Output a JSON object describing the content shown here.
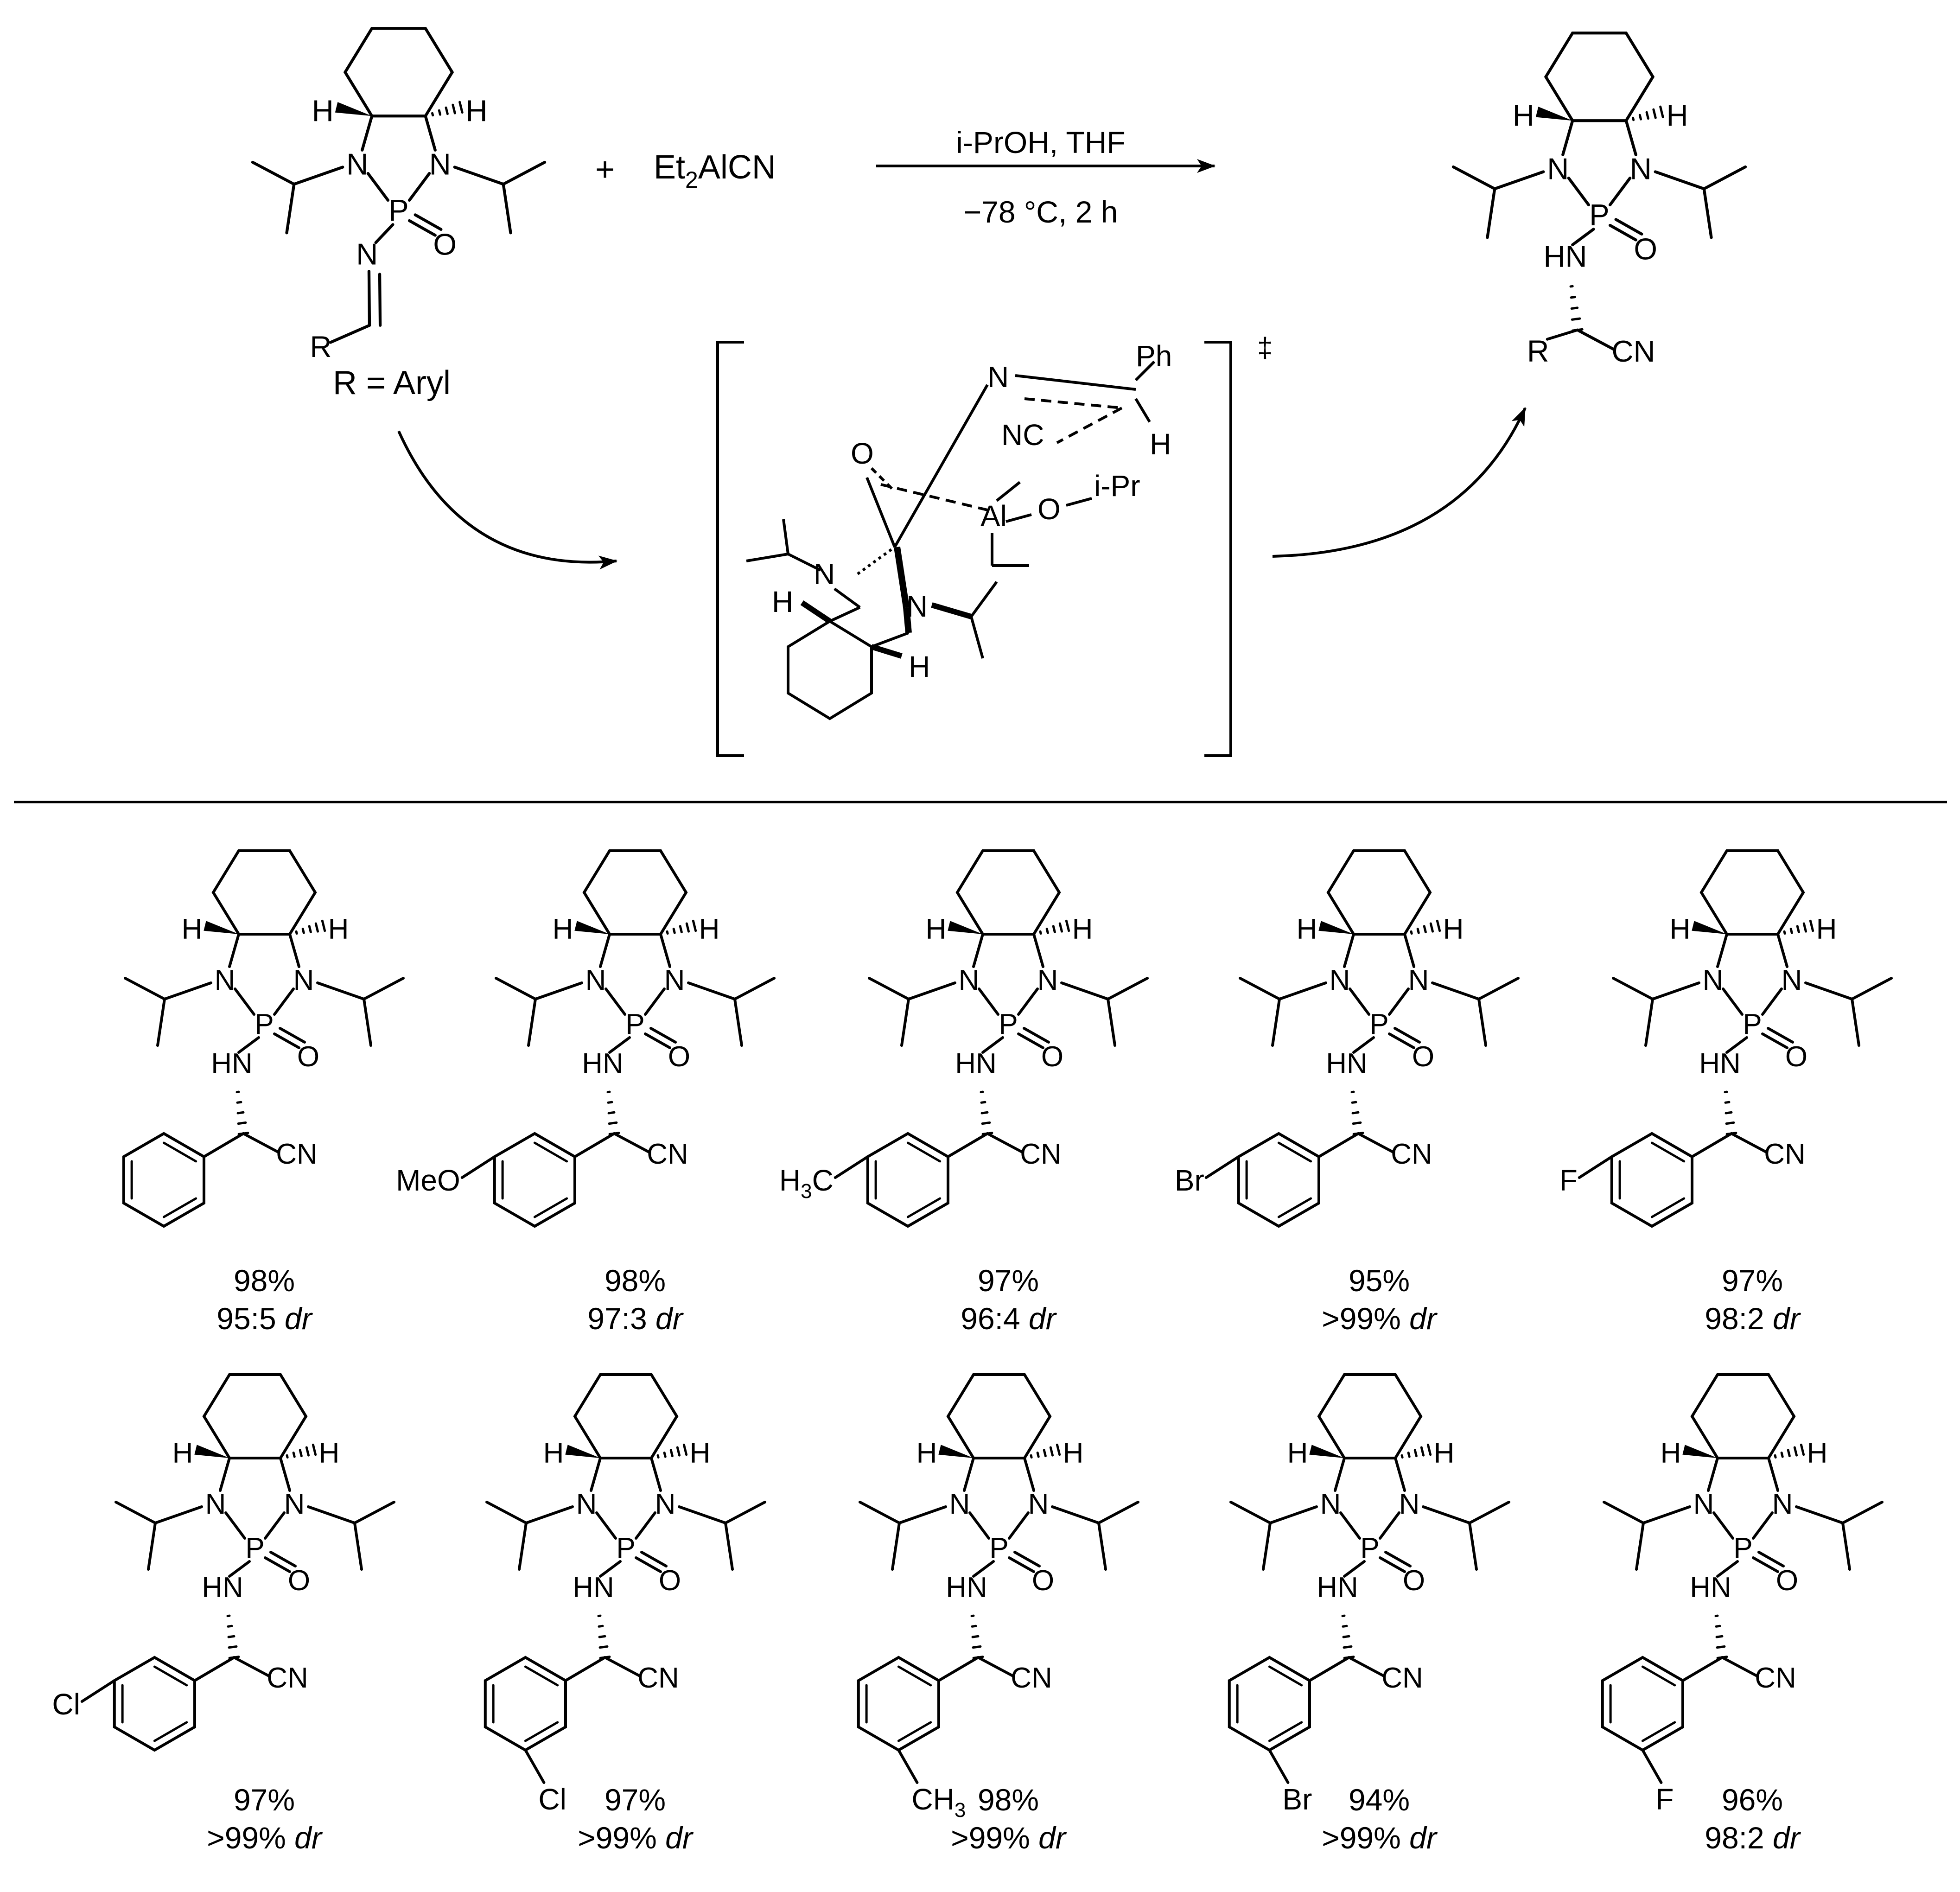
{
  "scheme": {
    "substituent_label": "R = Aryl",
    "reagent_plus": "+",
    "reagent_main": "Et",
    "reagent_sub": "2",
    "reagent_tail": "AlCN",
    "conditions_top": "i-PrOH, THF",
    "conditions_bottom": "−78 °C, 2 h",
    "transition_state_mark": "‡",
    "ts_labels": {
      "ph": "Ph",
      "n": "N",
      "nc": "NC",
      "h": "H",
      "o": "O",
      "al": "Al",
      "o2": "O",
      "ipr": "i-Pr"
    }
  },
  "atoms": {
    "H": "H",
    "N": "N",
    "P": "P",
    "O": "O",
    "HN": "HN",
    "CN": "CN",
    "R": "R"
  },
  "products": [
    {
      "substituent": "",
      "substituent_sub": "",
      "position": "none",
      "yield": "98%",
      "dr_ratio": "95:5",
      "dr_unit": "dr"
    },
    {
      "substituent": "MeO",
      "substituent_sub": "",
      "position": "para",
      "yield": "98%",
      "dr_ratio": "97:3",
      "dr_unit": "dr"
    },
    {
      "substituent": "H",
      "substituent_sub": "3",
      "substituent_tail": "C",
      "position": "para",
      "yield": "97%",
      "dr_ratio": "96:4",
      "dr_unit": "dr"
    },
    {
      "substituent": "Br",
      "substituent_sub": "",
      "position": "para",
      "yield": "95%",
      "dr_ratio": ">99%",
      "dr_unit": "dr"
    },
    {
      "substituent": "F",
      "substituent_sub": "",
      "position": "para",
      "yield": "97%",
      "dr_ratio": "98:2",
      "dr_unit": "dr"
    },
    {
      "substituent": "Cl",
      "substituent_sub": "",
      "position": "para",
      "yield": "97%",
      "dr_ratio": ">99%",
      "dr_unit": "dr"
    },
    {
      "substituent": "Cl",
      "substituent_sub": "",
      "position": "ortho",
      "yield": "97%",
      "dr_ratio": ">99%",
      "dr_unit": "dr"
    },
    {
      "substituent": "CH",
      "substituent_sub": "3",
      "position": "ortho",
      "yield": "98%",
      "dr_ratio": ">99%",
      "dr_unit": "dr"
    },
    {
      "substituent": "Br",
      "substituent_sub": "",
      "position": "ortho",
      "yield": "94%",
      "dr_ratio": ">99%",
      "dr_unit": "dr"
    },
    {
      "substituent": "F",
      "substituent_sub": "",
      "position": "ortho",
      "yield": "96%",
      "dr_ratio": "98:2",
      "dr_unit": "dr"
    }
  ]
}
